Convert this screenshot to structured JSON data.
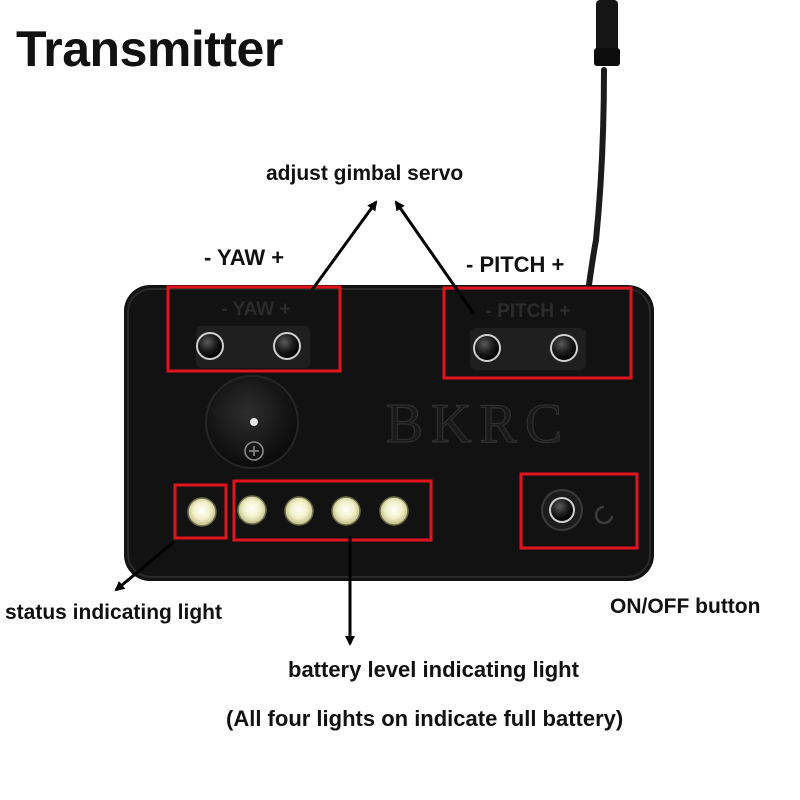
{
  "title": "Transmitter",
  "labels": {
    "adjust_gimbal": "adjust gimbal servo",
    "yaw": "- YAW +",
    "pitch": "- PITCH +",
    "status_light": "status indicating light",
    "on_off": "ON/OFF button",
    "battery_light": "battery level indicating light",
    "full_battery_note": "(All four lights on indicate full battery)"
  },
  "device": {
    "brand": "BKRC",
    "yaw_marking": "- YAW +",
    "pitch_marking": "- PITCH +"
  },
  "colors": {
    "highlight": "#e0141c",
    "body": "#121212",
    "led": "#f2f0c8",
    "text": "#111111"
  }
}
